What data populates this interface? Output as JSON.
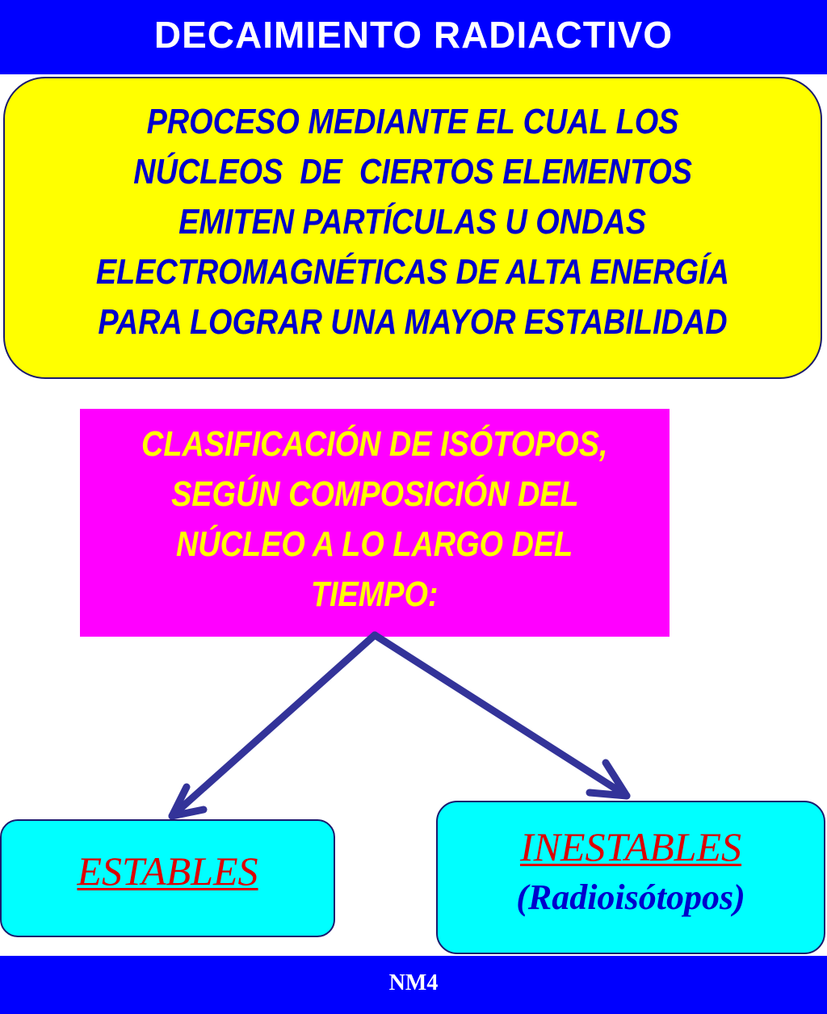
{
  "header": {
    "title": "DECAIMIENTO RADIACTIVO"
  },
  "definition": {
    "lines": [
      "PROCESO MEDIANTE EL CUAL LOS",
      "NÚCLEOS  DE  CIERTOS ELEMENTOS",
      "EMITEN PARTÍCULAS U ONDAS",
      "ELECTROMAGNÉTICAS DE ALTA ENERGÍA",
      "PARA LOGRAR UNA MAYOR ESTABILIDAD"
    ]
  },
  "classification": {
    "lines": [
      "CLASIFICACIÓN DE ISÓTOPOS,",
      "SEGÚN COMPOSICIÓN DEL",
      "NÚCLEO A LO LARGO DEL",
      "TIEMPO:"
    ]
  },
  "categories": {
    "stable": {
      "label": "ESTABLES"
    },
    "unstable": {
      "label": "INESTABLES",
      "sublabel": "(Radioisótopos)"
    }
  },
  "footer": {
    "text": "NM4"
  },
  "colors": {
    "header_bg": "#0000ff",
    "definition_bg": "#ffff00",
    "definition_text": "#0000cc",
    "classification_bg": "#ff00ff",
    "classification_text": "#ffff00",
    "category_bg": "#00ffff",
    "category_label": "#dd0000",
    "arrow": "#333399"
  }
}
